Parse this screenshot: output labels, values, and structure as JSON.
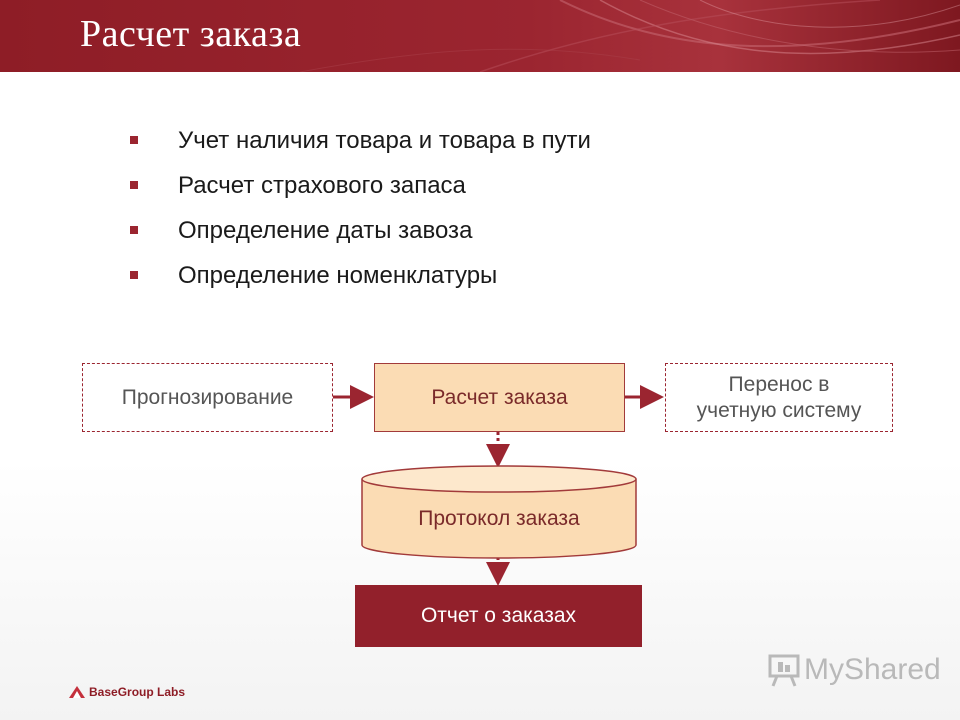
{
  "header": {
    "title": "Расчет заказа"
  },
  "bullets": [
    "Учет наличия товара и товара в пути",
    "Расчет страхового запаса",
    "Определение даты завоза",
    "Определение номенклатуры"
  ],
  "diagram": {
    "forecasting": "Прогнозирование",
    "order_calc": "Расчет заказа",
    "transfer_line1": "Перенос в",
    "transfer_line2": "учетную систему",
    "order_log": "Протокол заказа",
    "order_report": "Отчет о заказах"
  },
  "footer": {
    "company_logo_text": "BaseGroup Labs",
    "watermark_text": "MyShared"
  },
  "colors": {
    "brand_red": "#9b2530",
    "peach": "#fbdcb4",
    "dark_box": "#92202b"
  }
}
